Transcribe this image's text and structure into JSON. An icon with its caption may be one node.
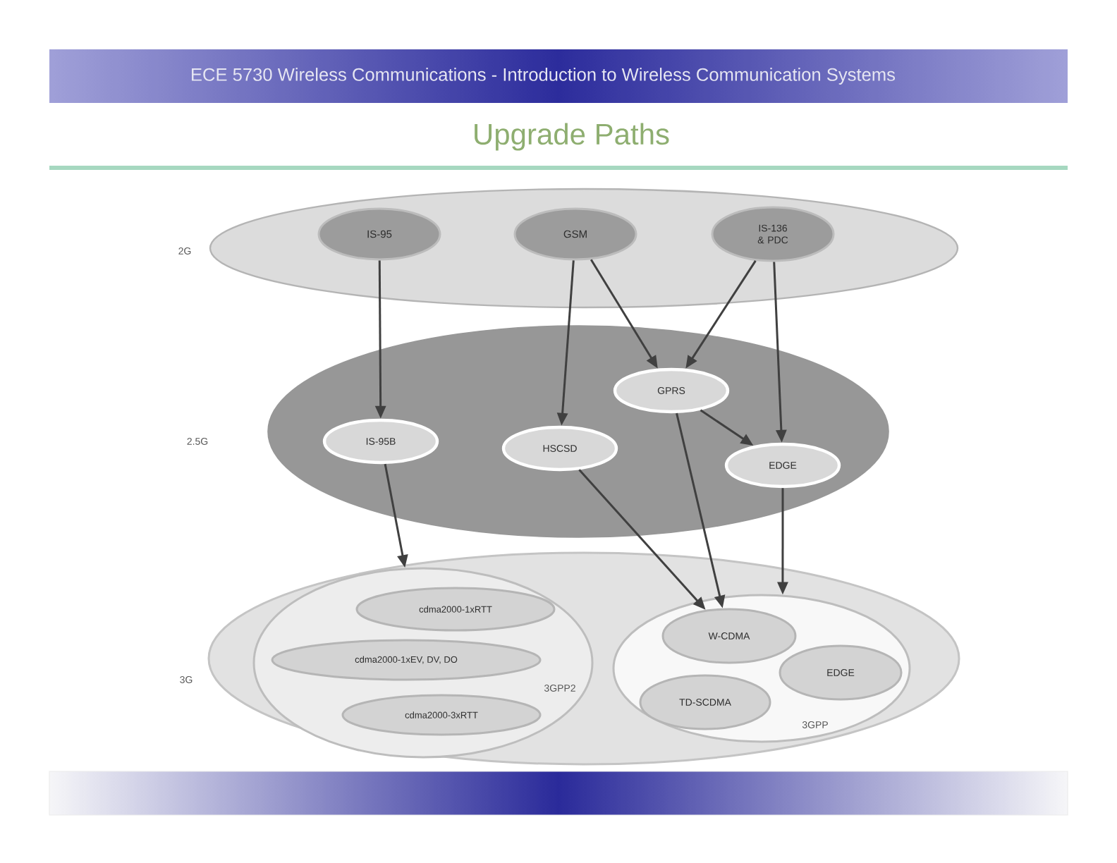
{
  "diagram": {
    "title": "Upgrade Paths",
    "nodes": [
      {
        "text": [],
        "shape": "ellipse"
      },
      {
        "text": [
          "IS-95"
        ],
        "in": 0
      },
      {
        "text": [
          "GSM"
        ],
        "in": 0
      },
      {
        "text": [
          "IS-136 & PDC"
        ],
        "in": 0
      },
      {
        "text": [],
        "shape": "ellipse"
      },
      {
        "text": [
          "IS-95B"
        ],
        "in": 4
      },
      {
        "text": [
          "HSCSD"
        ],
        "in": 4
      },
      {
        "text": [
          "GPRS"
        ],
        "in": 4
      },
      {
        "text": [
          "EDGE"
        ],
        "in": 4
      },
      {
        "text": [],
        "shape": "ellipse"
      },
      {
        "text": [
          "3GPP2"
        ],
        "in": 9
      },
      {
        "text": [
          "cdma2000-1xRTT"
        ],
        "in": 10
      },
      {
        "text": [
          "cdma2000-1xEV, DV, DO"
        ],
        "in": 10
      },
      {
        "text": [
          "cdma2000-3xRTT"
        ],
        "in": 10
      },
      {
        "text": [
          "3GPP"
        ],
        "in": 9
      },
      {
        "text": [
          "W-CDMA"
        ],
        "in": 14
      },
      {
        "text": [
          "EDGE"
        ],
        "in": 14
      },
      {
        "text": [
          "TD-SCDMA"
        ],
        "in": 14
      }
    ],
    "edges": [
      {
        "from": 1,
        "to": 5,
        "arrow": "to"
      },
      {
        "from": 2,
        "to": 6,
        "arrow": "to"
      },
      {
        "from": 2,
        "to": 7,
        "arrow": "to"
      },
      {
        "from": 3,
        "to": 7,
        "arrow": "to"
      },
      {
        "from": 3,
        "to": 8,
        "arrow": "to"
      },
      {
        "from": 7,
        "to": 8,
        "arrow": "to"
      },
      {
        "from": 5,
        "to": 10,
        "arrow": "to"
      },
      {
        "from": 6,
        "to": 15,
        "arrow": "to"
      },
      {
        "from": 7,
        "to": 15,
        "arrow": "to"
      },
      {
        "from": 8,
        "to": 14,
        "arrow": "to"
      }
    ],
    "labels": [
      "ECE 5730 Wireless Communications - Introduction to Wireless Communication Systems",
      "2G",
      "2.5G",
      "3G"
    ]
  }
}
